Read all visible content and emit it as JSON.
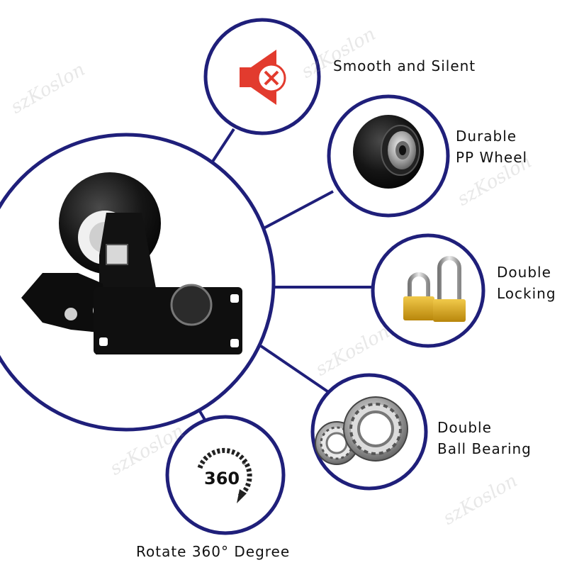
{
  "colors": {
    "ring": "#1f1f7a",
    "connector": "#1f1f7a",
    "speaker": "#e23b2e",
    "lock": "#d4a017"
  },
  "features": {
    "silent": {
      "label": "Smooth and Silent",
      "icon": "muted-speaker-icon"
    },
    "wheel": {
      "line1": "Durable",
      "line2": "PP Wheel",
      "icon": "pp-wheel-icon"
    },
    "locking": {
      "line1": "Double",
      "line2": "Locking",
      "icon": "padlock-icon"
    },
    "bearing": {
      "line1": "Double",
      "line2": "Ball Bearing",
      "icon": "ball-bearing-icon"
    },
    "rotate": {
      "label": "Rotate 360° Degree",
      "icon": "rotate-360-icon",
      "badge": "360",
      "degree": "°"
    }
  },
  "product": {
    "icon": "swivel-caster-wheel-icon"
  },
  "watermark": "szKoslon"
}
